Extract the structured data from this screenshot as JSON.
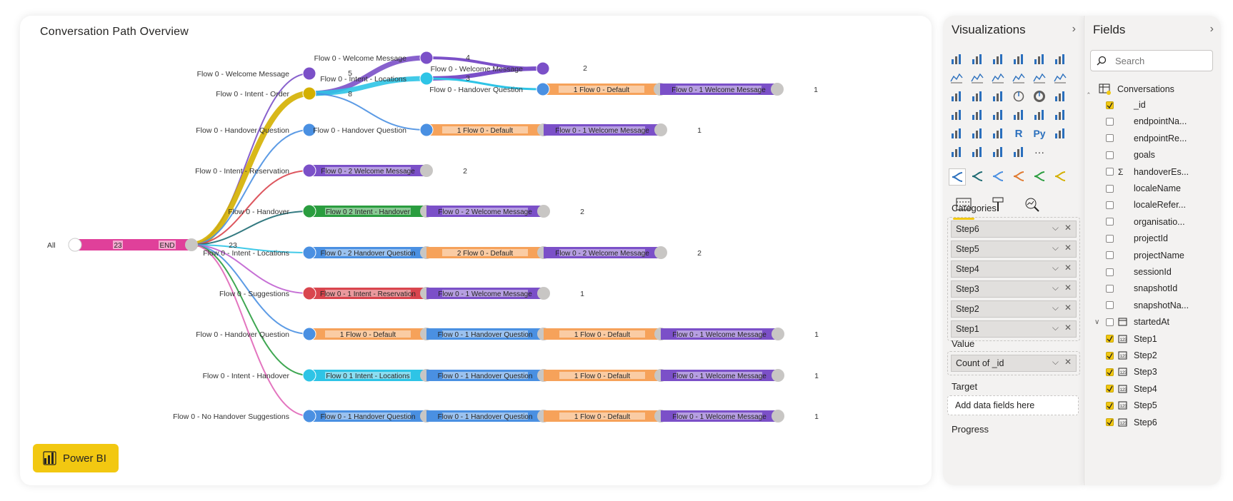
{
  "report": {
    "title": "Conversation Path Overview",
    "badge_label": "Power BI",
    "chart_data": {
      "type": "sankey",
      "root": {
        "label": "All",
        "value": 23,
        "end_label": "END"
      },
      "branch_total": 23,
      "nodes": [
        {
          "label": "Flow 0 - Welcome Message",
          "color": "#7b50c8"
        },
        {
          "label": "Flow 0 - Intent - Order",
          "color": "#d4b000",
          "children": [
            {
              "label": "Flow 0 - Welcome Message",
              "value": 4
            },
            {
              "label": "Flow 0 - Intent - Locations",
              "value": 5
            },
            {
              "label": "Flow 0 - Handover Question",
              "value": 8
            }
          ]
        },
        {
          "label": "Flow 0 - Handover Question",
          "color": "#4a90e2"
        },
        {
          "label": "Flow 0 - Intent - Reservation",
          "color": "#d9454e"
        },
        {
          "label": "Flow 0 - Handover",
          "color": "#1e6b73"
        },
        {
          "label": "Flow 0 - Intent - Locations",
          "color": "#2ec4e6"
        },
        {
          "label": "Flow 0 - Suggestions",
          "color": "#c060d0"
        },
        {
          "label": "Flow 0 - Handover Question",
          "color": "#4a90e2"
        },
        {
          "label": "Flow 0 - Intent - Handover",
          "color": "#2a9d3f"
        },
        {
          "label": "Flow 0 - No Handover Suggestions",
          "color": "#e066b8"
        }
      ],
      "sub_labels": [
        {
          "label": "Flow 0 - Welcome Message",
          "value": 2
        },
        {
          "label": "Flow 0 - Handover Question",
          "value": 1
        }
      ],
      "rows": [
        {
          "segments": [
            {
              "text": "1",
              "text2": "Flow 0 - Default",
              "color": "#f6a25a"
            },
            {
              "text": "Flow 0 - 1",
              "text2": "Welcome Message",
              "color": "#7b50c8"
            }
          ],
          "count": "1"
        },
        {
          "segments": [
            {
              "text": "1",
              "text2": "Flow 0 - Default",
              "color": "#f6a25a"
            },
            {
              "text": "Flow 0 - 1",
              "text2": "Welcome Message",
              "color": "#7b50c8"
            }
          ],
          "count": "1"
        },
        {
          "segments": [
            {
              "text": "Flow 0 - 2",
              "text2": "Welcome Message",
              "color": "#7b50c8"
            }
          ],
          "count": "2"
        },
        {
          "segments": [
            {
              "text": "Flow 0",
              "text2": "2 Intent - Handover",
              "color": "#2a9d3f"
            },
            {
              "text": "Flow 0 - 2",
              "text2": "Welcome Message",
              "color": "#7b50c8"
            }
          ],
          "count": "2"
        },
        {
          "segments": [
            {
              "text": "Flow 0 - 2",
              "text2": "Handover Question",
              "color": "#4a90e2"
            },
            {
              "text": "2",
              "text2": "Flow 0 - Default",
              "color": "#f6a25a"
            },
            {
              "text": "Flow 0 - 2",
              "text2": "Welcome Message",
              "color": "#7b50c8"
            }
          ],
          "count": "2"
        },
        {
          "segments": [
            {
              "text": "Flow 0 - 1",
              "text2": "Intent - Reservation",
              "color": "#d9454e"
            },
            {
              "text": "Flow 0 - 1",
              "text2": "Welcome Message",
              "color": "#7b50c8"
            }
          ],
          "count": "1"
        },
        {
          "segments": [
            {
              "text": "1",
              "text2": "Flow 0 - Default",
              "color": "#f6a25a"
            },
            {
              "text": "Flow 0 - 1",
              "text2": "Handover Question",
              "color": "#4a90e2"
            },
            {
              "text": "1",
              "text2": "Flow 0 - Default",
              "color": "#f6a25a"
            },
            {
              "text": "Flow 0 - 1",
              "text2": "Welcome Message",
              "color": "#7b50c8"
            }
          ],
          "count": "1"
        },
        {
          "segments": [
            {
              "text": "Flow 0",
              "text2": "1 Intent - Locations",
              "color": "#2ec4e6"
            },
            {
              "text": "Flow 0 - 1",
              "text2": "Handover Question",
              "color": "#4a90e2"
            },
            {
              "text": "1",
              "text2": "Flow 0 - Default",
              "color": "#f6a25a"
            },
            {
              "text": "Flow 0 - 1",
              "text2": "Welcome Message",
              "color": "#7b50c8"
            }
          ],
          "count": "1"
        },
        {
          "segments": [
            {
              "text": "Flow 0 - 1",
              "text2": "Handover Question",
              "color": "#4a90e2"
            },
            {
              "text": "Flow 0 - 1",
              "text2": "Handover Question",
              "color": "#4a90e2"
            },
            {
              "text": "1",
              "text2": "Flow 0 - Default",
              "color": "#f6a25a"
            },
            {
              "text": "Flow 0 - 1",
              "text2": "Welcome Message",
              "color": "#7b50c8"
            }
          ],
          "count": "1"
        }
      ]
    }
  },
  "visualizations": {
    "title": "Visualizations",
    "sections": {
      "categories": "Categories",
      "value": "Value",
      "target": "Target",
      "progress": "Progress"
    },
    "categories": [
      "Step6",
      "Step5",
      "Step4",
      "Step3",
      "Step2",
      "Step1"
    ],
    "value_field": "Count of _id",
    "target_placeholder": "Add data fields here"
  },
  "fields": {
    "title": "Fields",
    "search_placeholder": "Search",
    "table_name": "Conversations",
    "items": [
      {
        "label": "_id",
        "checked": true,
        "kind": "plain"
      },
      {
        "label": "endpointNa...",
        "checked": false,
        "kind": "plain"
      },
      {
        "label": "endpointRe...",
        "checked": false,
        "kind": "plain"
      },
      {
        "label": "goals",
        "checked": false,
        "kind": "plain"
      },
      {
        "label": "handoverEs...",
        "checked": false,
        "kind": "sigma"
      },
      {
        "label": "localeName",
        "checked": false,
        "kind": "plain"
      },
      {
        "label": "localeRefer...",
        "checked": false,
        "kind": "plain"
      },
      {
        "label": "organisatio...",
        "checked": false,
        "kind": "plain"
      },
      {
        "label": "projectId",
        "checked": false,
        "kind": "plain"
      },
      {
        "label": "projectName",
        "checked": false,
        "kind": "plain"
      },
      {
        "label": "sessionId",
        "checked": false,
        "kind": "plain"
      },
      {
        "label": "snapshotId",
        "checked": false,
        "kind": "plain"
      },
      {
        "label": "snapshotNa...",
        "checked": false,
        "kind": "plain"
      },
      {
        "label": "startedAt",
        "checked": false,
        "kind": "calendar"
      },
      {
        "label": "Step1",
        "checked": true,
        "kind": "table"
      },
      {
        "label": "Step2",
        "checked": true,
        "kind": "table"
      },
      {
        "label": "Step3",
        "checked": true,
        "kind": "table"
      },
      {
        "label": "Step4",
        "checked": true,
        "kind": "table"
      },
      {
        "label": "Step5",
        "checked": true,
        "kind": "table"
      },
      {
        "label": "Step6",
        "checked": true,
        "kind": "table"
      }
    ]
  }
}
